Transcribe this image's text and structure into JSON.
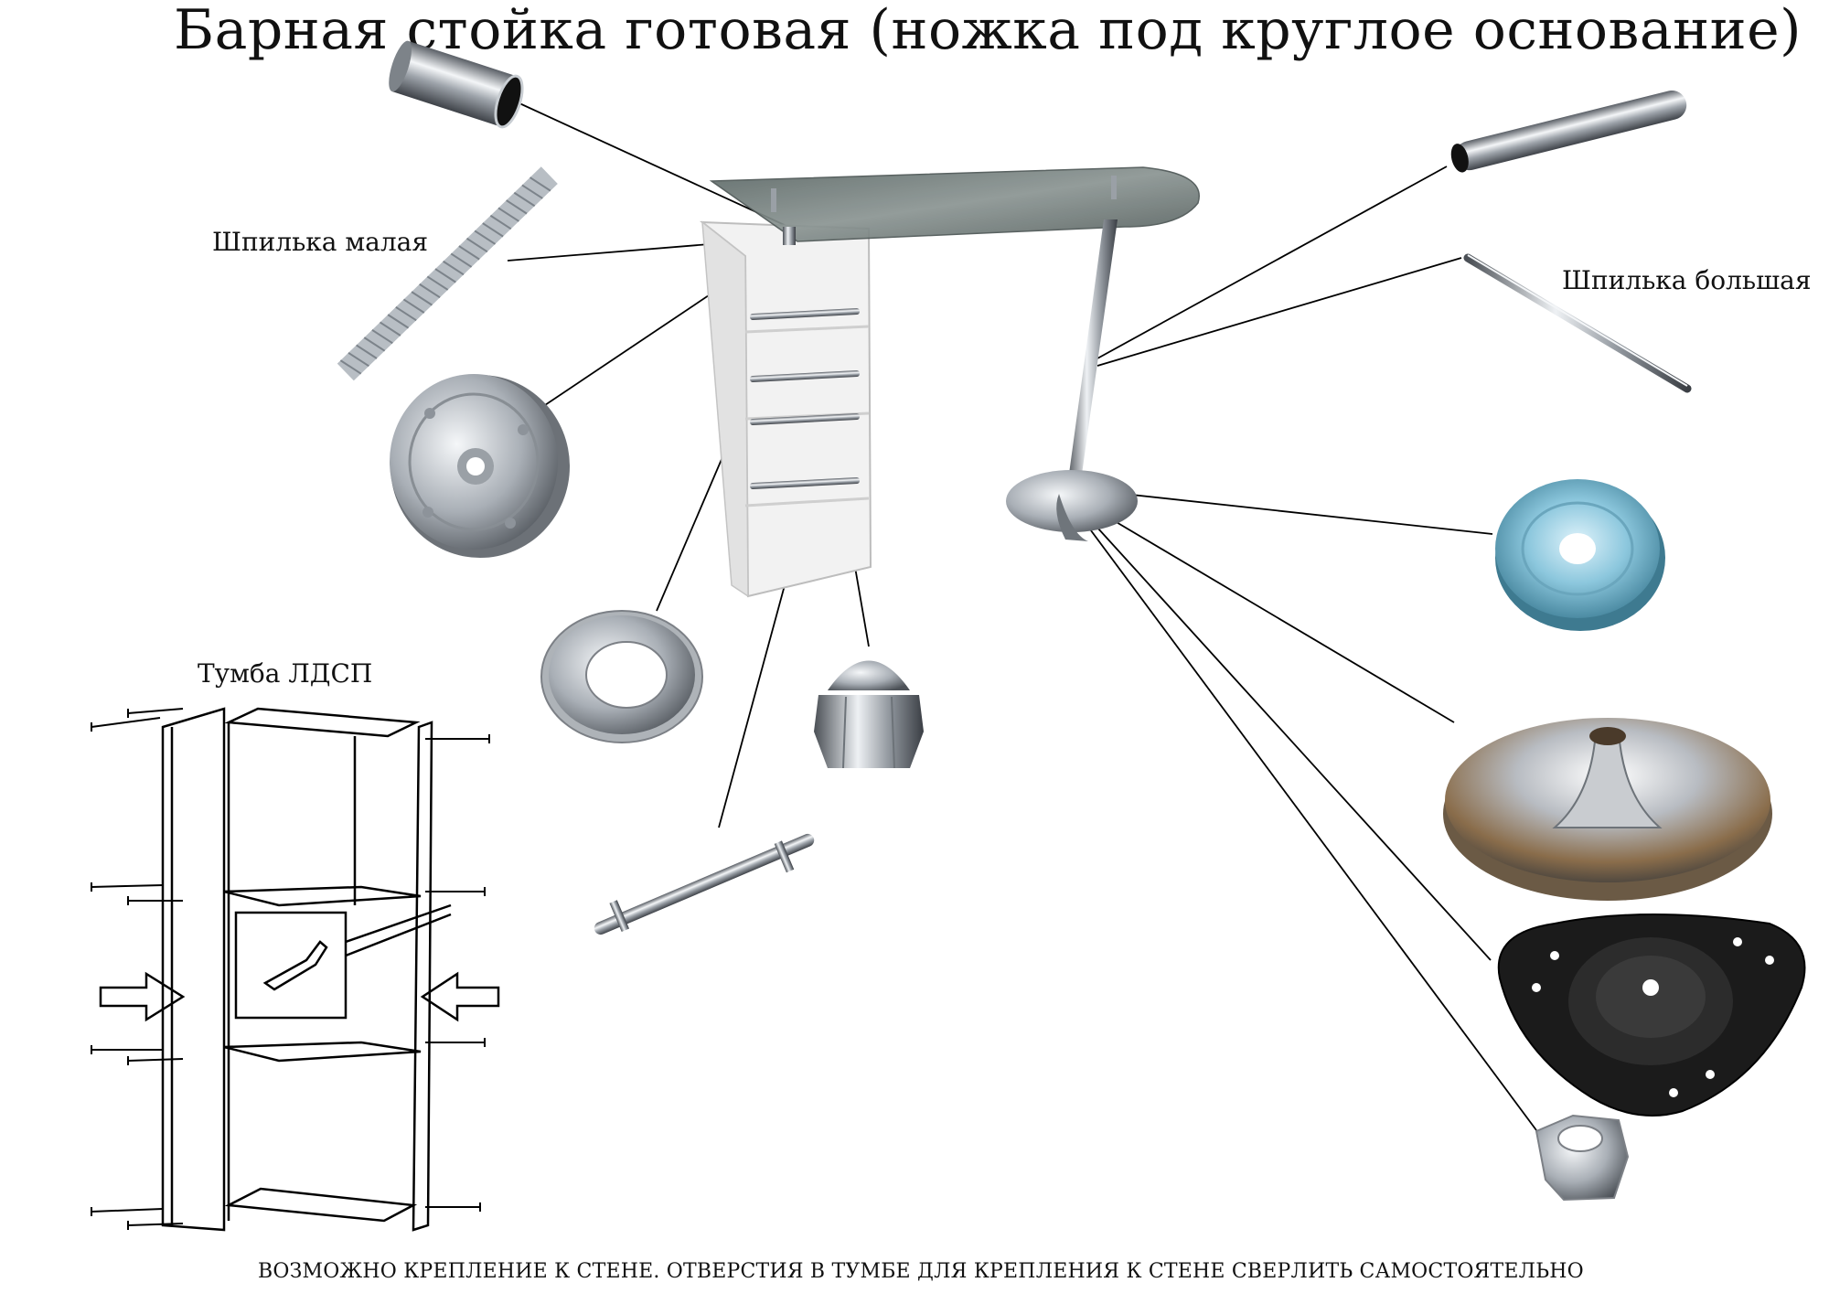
{
  "title": "Барная стойка готовая (ножка под круглое основание)",
  "labels": {
    "stud_small": "Шпилька малая",
    "stud_large": "Шпилька большая",
    "cabinet": "Тумба ЛДСП"
  },
  "footer_note": "ВОЗМОЖНО КРЕПЛЕНИЕ  К СТЕНЕ. ОТВЕРСТИЯ В ТУМБЕ ДЛЯ КРЕПЛЕНИЯ К СТЕНЕ СВЕРЛИТЬ САМОСТОЯТЕЛЬНО",
  "colors": {
    "chrome": "#c9ccd0",
    "glass": "#6f7a78",
    "black_plate": "#1b1b1b",
    "leader_line": "#000000"
  }
}
